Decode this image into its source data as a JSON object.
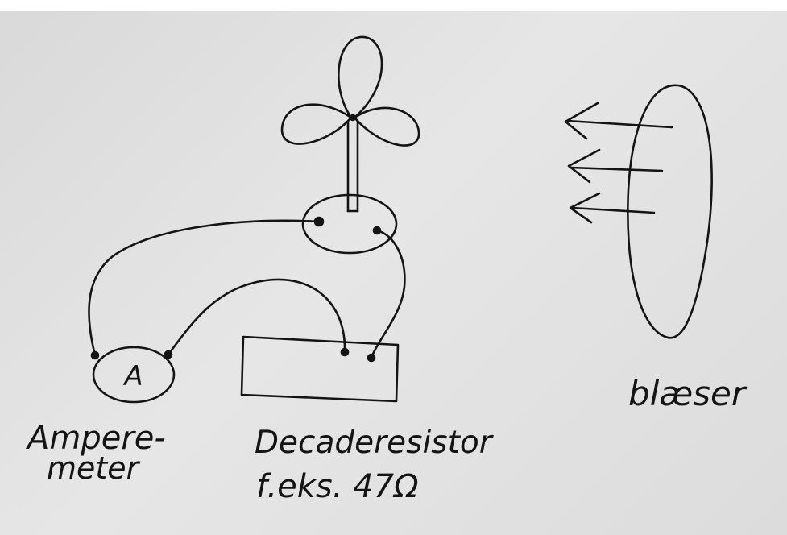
{
  "ammeter": {
    "symbol": "A",
    "label_line1": "Ampere-",
    "label_line2": "meter"
  },
  "resistor": {
    "label_line1": "Decaderesistor",
    "label_line2": "f.eks. 47Ω"
  },
  "blower": {
    "label": "blæser"
  }
}
